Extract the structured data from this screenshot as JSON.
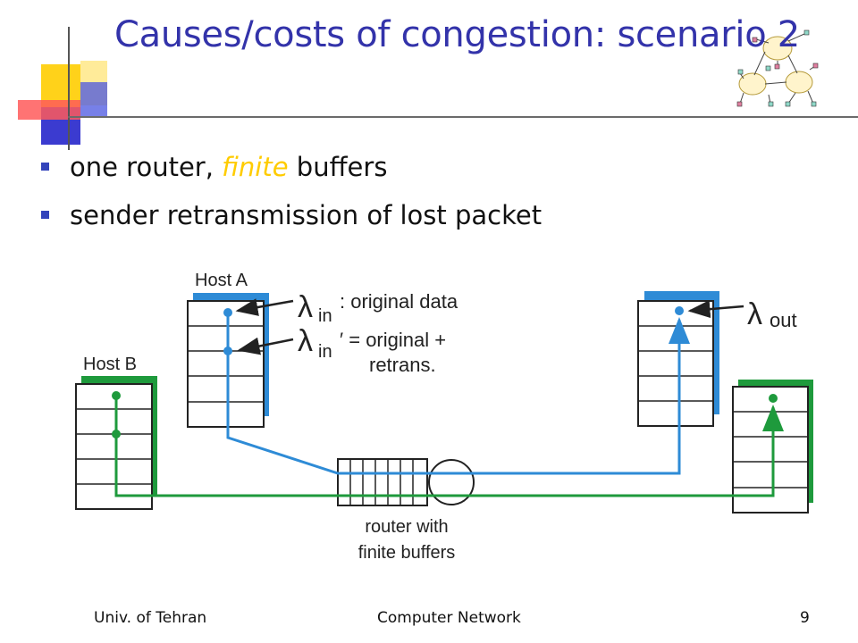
{
  "slide": {
    "title": "Causes/costs of congestion: scenario 2",
    "bullets": [
      {
        "before": "one router, ",
        "emphasis": "finite",
        "after": " buffers"
      },
      {
        "before": "sender retransmission of lost packet",
        "emphasis": "",
        "after": ""
      }
    ]
  },
  "diagram": {
    "host_a_label": "Host A",
    "host_b_label": "Host B",
    "lambda_symbol": "λ",
    "lambda_in_sub": "in",
    "lambda_in_desc": ": original data",
    "lambda_in_prime_sub": "in",
    "lambda_in_prime_desc_line1": "′ = original +",
    "lambda_in_prime_desc_line2": "retrans.",
    "lambda_out_sub": "out",
    "router_label_line1": "router with",
    "router_label_line2": "finite buffers",
    "colors": {
      "host_a": "#2e8bd6",
      "host_b": "#1e9a3c",
      "box": "#222222"
    }
  },
  "footer": {
    "left": "Univ. of Tehran",
    "center": "Computer Network",
    "page": "9"
  }
}
